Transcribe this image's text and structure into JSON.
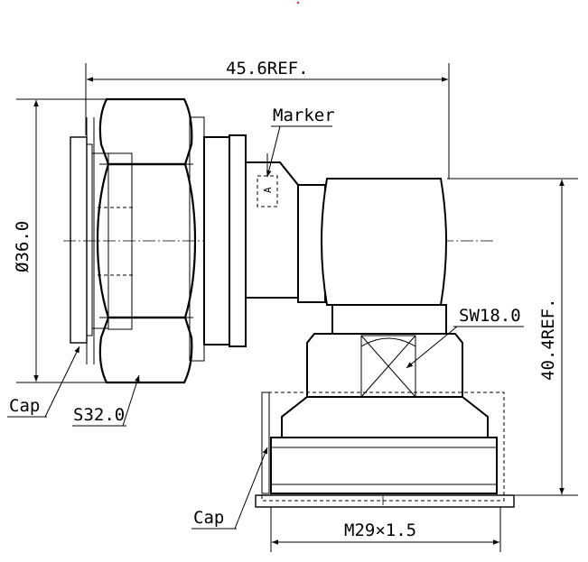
{
  "drawing": {
    "dim_overall_length": "45.6REF.",
    "dim_diameter": "Ø36.0",
    "dim_height": "40.4REF.",
    "dim_wrench_hex": "S32.0",
    "dim_body_hex": "SW18.0",
    "dim_thread": "M29×1.5",
    "label_marker": "Marker",
    "marker_letter": "A",
    "label_cap_left": "Cap",
    "label_cap_bottom": "Cap"
  }
}
